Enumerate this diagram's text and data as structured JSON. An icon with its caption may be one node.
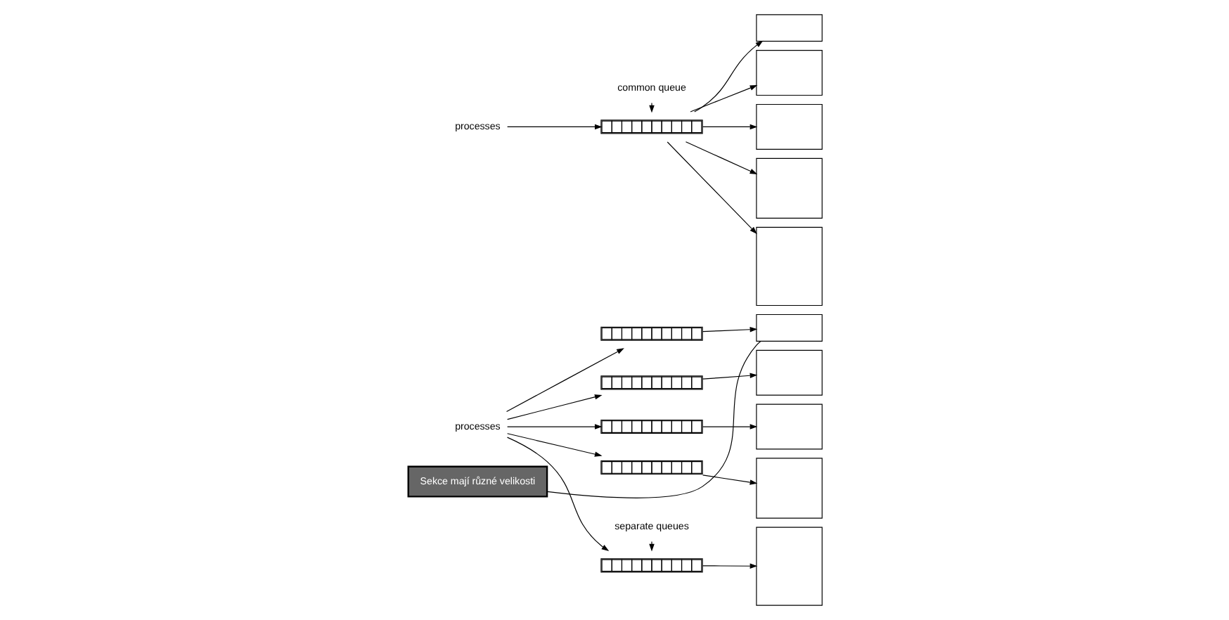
{
  "diagram": {
    "nodes": [
      {
        "text": [
          "processes"
        ]
      },
      {
        "text": [],
        "shape": "box"
      },
      {
        "text": [],
        "shape": "box"
      },
      {
        "text": [],
        "shape": "box"
      },
      {
        "text": [],
        "shape": "box"
      },
      {
        "text": [],
        "shape": "box"
      },
      {
        "text": [],
        "shape": "box"
      },
      {
        "text": [],
        "shape": "box"
      },
      {
        "text": [],
        "shape": "box"
      },
      {
        "text": [],
        "shape": "box"
      },
      {
        "text": [],
        "shape": "box"
      },
      {
        "text": [
          "separate queues"
        ]
      },
      {
        "text": [
          "Sekce mají různé velikosti"
        ]
      },
      {
        "text": [
          "processes"
        ]
      },
      {
        "text": [],
        "shape": "box"
      },
      {
        "text": [
          "common queue"
        ]
      },
      {
        "text": [],
        "shape": "box"
      },
      {
        "text": [],
        "shape": "box"
      },
      {
        "text": [],
        "shape": "box"
      },
      {
        "text": [],
        "shape": "box"
      },
      {
        "text": [],
        "shape": "box"
      }
    ],
    "edges": [
      {
        "from": 0,
        "to": 1,
        "arrow": "to"
      },
      {
        "from": 0,
        "to": 2,
        "arrow": "to"
      },
      {
        "from": 0,
        "to": 3,
        "arrow": "to"
      },
      {
        "from": 0,
        "to": 4,
        "arrow": "to"
      },
      {
        "from": 0,
        "to": 5,
        "arrow": "to"
      },
      {
        "from": 1,
        "to": 6,
        "arrow": "to"
      },
      {
        "from": 2,
        "to": 7,
        "arrow": "to"
      },
      {
        "from": 3,
        "to": 8,
        "arrow": "to"
      },
      {
        "from": 4,
        "to": 9,
        "arrow": "to"
      },
      {
        "from": 5,
        "to": 10,
        "arrow": "to"
      },
      {
        "from": 11,
        "to": 5,
        "arrow": "to"
      },
      {
        "from": 12,
        "to": 6,
        "arrow": "none"
      },
      {
        "from": 13,
        "to": 14,
        "arrow": "to"
      },
      {
        "from": 15,
        "to": 14,
        "arrow": "to"
      },
      {
        "from": 14,
        "to": 16,
        "arrow": "to"
      },
      {
        "from": 14,
        "to": 17,
        "arrow": "to"
      },
      {
        "from": 14,
        "to": 18,
        "arrow": "to"
      },
      {
        "from": 14,
        "to": 19,
        "arrow": "to"
      },
      {
        "from": 14,
        "to": 20,
        "arrow": "to"
      }
    ]
  }
}
